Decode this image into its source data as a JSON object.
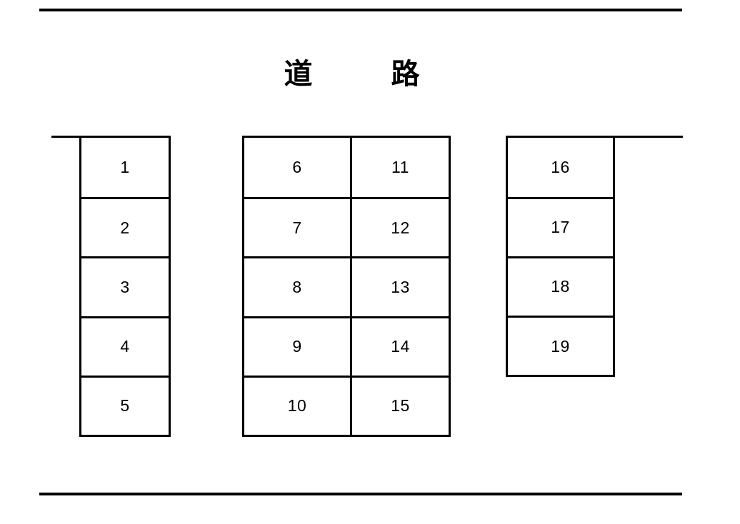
{
  "diagram": {
    "title_chars": [
      "道",
      "路"
    ],
    "road": {
      "top_line_label": "road-boundary-top",
      "bottom_line_label": "road-boundary-bottom"
    },
    "blocks": [
      {
        "name": "left-block",
        "columns": [
          {
            "stalls": [
              "1",
              "2",
              "3",
              "4",
              "5"
            ]
          }
        ]
      },
      {
        "name": "middle-block",
        "columns": [
          {
            "stalls": [
              "6",
              "7",
              "8",
              "9",
              "10"
            ]
          },
          {
            "stalls": [
              "11",
              "12",
              "13",
              "14",
              "15"
            ]
          }
        ]
      },
      {
        "name": "right-block",
        "columns": [
          {
            "stalls": [
              "16",
              "17",
              "18",
              "19"
            ]
          }
        ]
      }
    ]
  },
  "colors": {
    "ink": "#000000",
    "paper": "#ffffff"
  }
}
